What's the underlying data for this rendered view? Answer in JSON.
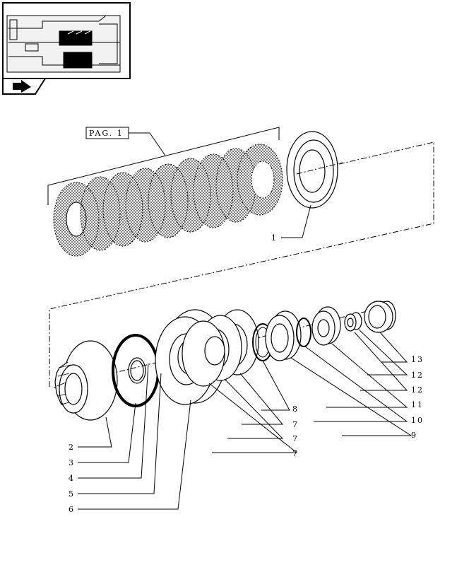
{
  "diagram": {
    "reference_label": "PAG. 1",
    "callouts": [
      {
        "id": "c1",
        "text": "1"
      },
      {
        "id": "c2",
        "text": "2"
      },
      {
        "id": "c3",
        "text": "3"
      },
      {
        "id": "c4",
        "text": "4"
      },
      {
        "id": "c5",
        "text": "5"
      },
      {
        "id": "c6",
        "text": "6"
      },
      {
        "id": "c7a",
        "text": "7"
      },
      {
        "id": "c7b",
        "text": "7"
      },
      {
        "id": "c7c",
        "text": "7"
      },
      {
        "id": "c8",
        "text": "8"
      },
      {
        "id": "c9",
        "text": "9"
      },
      {
        "id": "c10",
        "text": "10"
      },
      {
        "id": "c11",
        "text": "11"
      },
      {
        "id": "c12a",
        "text": "12"
      },
      {
        "id": "c12b",
        "text": "12"
      },
      {
        "id": "c13",
        "text": "13"
      }
    ]
  },
  "icons": {
    "thumbnail": "assembly-location-thumbnail-icon",
    "nav": "next-page-arrow-icon"
  }
}
